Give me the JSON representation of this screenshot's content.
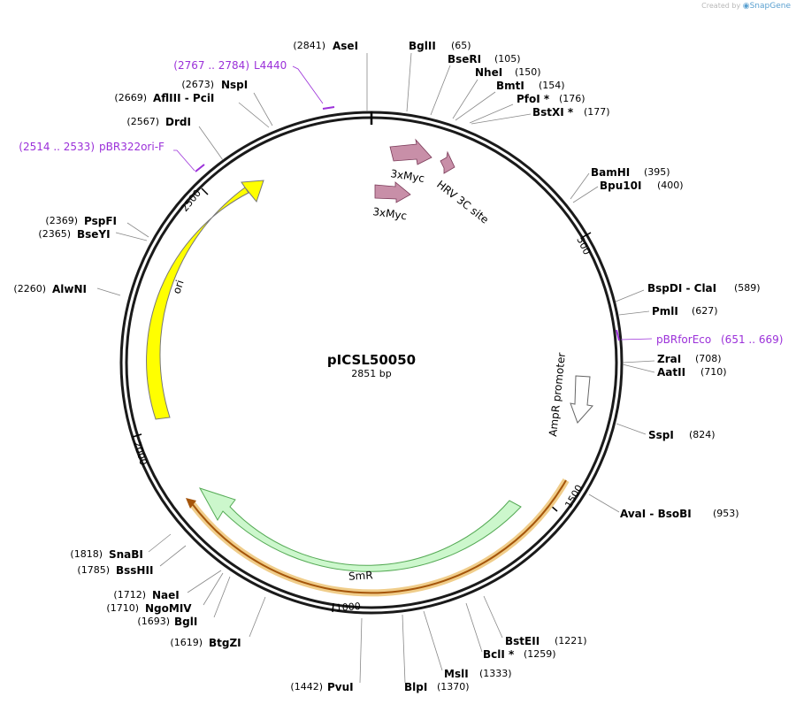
{
  "watermark": {
    "prefix": "Created by",
    "brand": "SnapGene"
  },
  "plasmid": {
    "name": "pICSL50050",
    "size_label": "2851 bp",
    "length": 2851
  },
  "ticks": [
    "500",
    "1000",
    "1500",
    "2000",
    "2500"
  ],
  "features": [
    {
      "name": "ori",
      "color": "#ffff00",
      "stroke": "#777777"
    },
    {
      "name": "SmR",
      "color": "#ccf7cc",
      "stroke": "#55aa55"
    },
    {
      "name": "3xMyc",
      "color": "#c88fa8",
      "stroke": "#7a3a58"
    },
    {
      "name": "3xMyc",
      "color": "#c88fa8",
      "stroke": "#7a3a58"
    },
    {
      "name": "HRV 3C site",
      "color": "#c88fa8",
      "stroke": "#7a3a58"
    },
    {
      "name": "AmpR promoter",
      "color": "#ffffff",
      "stroke": "#666666"
    }
  ],
  "primers": [
    {
      "name": "L4440",
      "range": "(2767 .. 2784)"
    },
    {
      "name": "pBR322ori-F",
      "range": "(2514 .. 2533)"
    },
    {
      "name": "pBRforEco",
      "range": "(651 .. 669)"
    }
  ],
  "sites": [
    {
      "name": "AseI",
      "pos": "(2841)"
    },
    {
      "name": "BglII",
      "pos": "(65)"
    },
    {
      "name": "BseRI",
      "pos": "(105)"
    },
    {
      "name": "NheI",
      "pos": "(150)"
    },
    {
      "name": "BmtI",
      "pos": "(154)"
    },
    {
      "name": "PfoI *",
      "pos": "(176)"
    },
    {
      "name": "BstXI *",
      "pos": "(177)"
    },
    {
      "name": "BamHI",
      "pos": "(395)"
    },
    {
      "name": "Bpu10I",
      "pos": "(400)"
    },
    {
      "name": "BspDI - ClaI",
      "pos": "(589)"
    },
    {
      "name": "PmlI",
      "pos": "(627)"
    },
    {
      "name": "ZraI",
      "pos": "(708)"
    },
    {
      "name": "AatII",
      "pos": "(710)"
    },
    {
      "name": "SspI",
      "pos": "(824)"
    },
    {
      "name": "AvaI - BsoBI",
      "pos": "(953)"
    },
    {
      "name": "BstEII",
      "pos": "(1221)"
    },
    {
      "name": "BclI *",
      "pos": "(1259)"
    },
    {
      "name": "MslI",
      "pos": "(1333)"
    },
    {
      "name": "BlpI",
      "pos": "(1370)"
    },
    {
      "name": "PvuI",
      "pos": "(1442)"
    },
    {
      "name": "BtgZI",
      "pos": "(1619)"
    },
    {
      "name": "BglI",
      "pos": "(1693)"
    },
    {
      "name": "NgoMIV",
      "pos": "(1710)"
    },
    {
      "name": "NaeI",
      "pos": "(1712)"
    },
    {
      "name": "BssHII",
      "pos": "(1785)"
    },
    {
      "name": "SnaBI",
      "pos": "(1818)"
    },
    {
      "name": "AlwNI",
      "pos": "(2260)"
    },
    {
      "name": "BseYI",
      "pos": "(2365)"
    },
    {
      "name": "PspFI",
      "pos": "(2369)"
    },
    {
      "name": "DrdI",
      "pos": "(2567)"
    },
    {
      "name": "AflIII - PciI",
      "pos": "(2669)"
    },
    {
      "name": "NspI",
      "pos": "(2673)"
    }
  ]
}
